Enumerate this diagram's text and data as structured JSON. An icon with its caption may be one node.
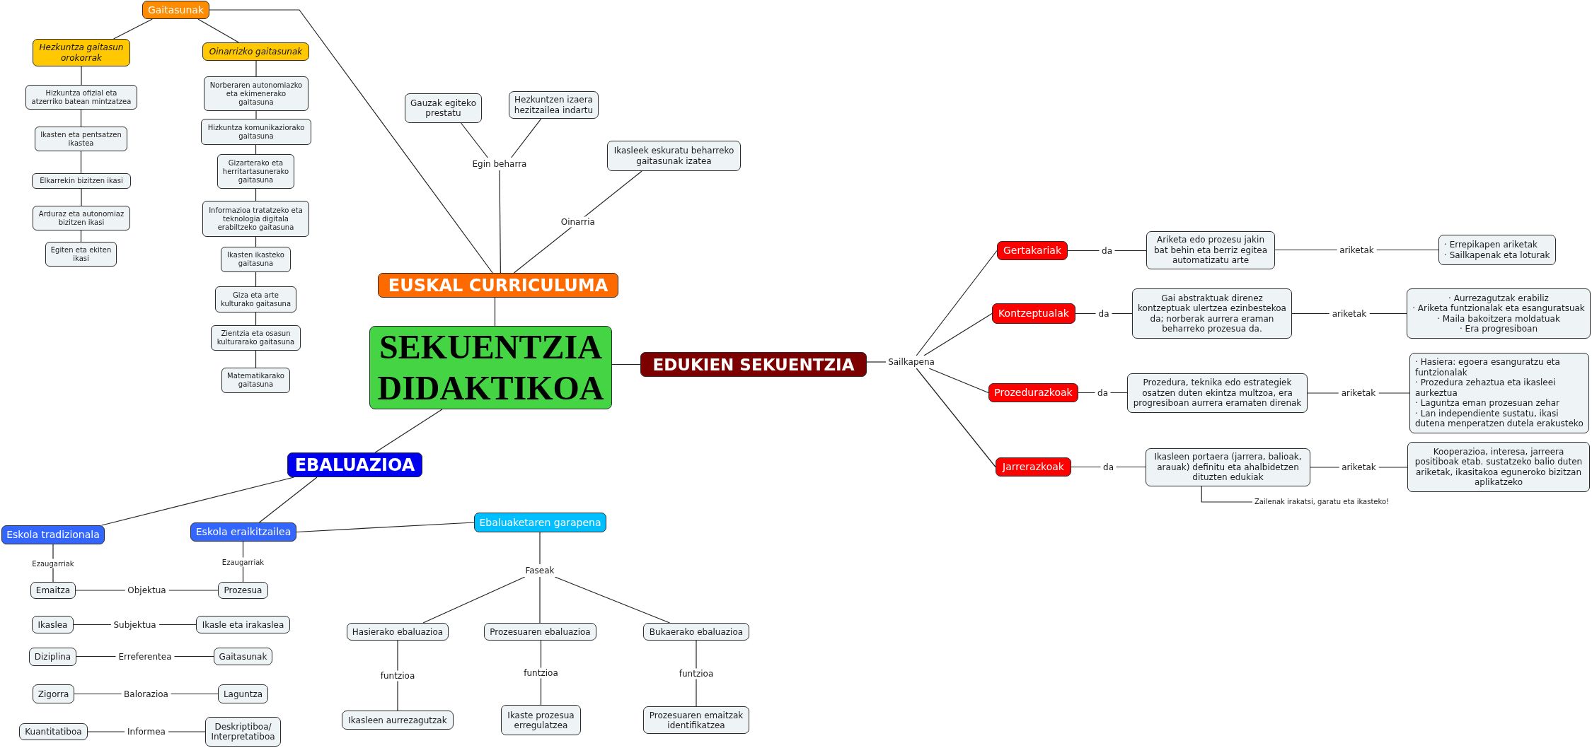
{
  "diagram": {
    "nodes": [
      {
        "text": [
          "SEKUENTZIA DIDAKTIKOA"
        ]
      },
      {
        "text": [
          "EUSKAL CURRICULUMA"
        ]
      },
      {
        "text": [
          "Gaitasunak"
        ]
      },
      {
        "text": [
          "Hezkuntza gaitasun orokorrak"
        ]
      },
      {
        "text": [
          "Hizkuntza ofizial eta atzerriko batean mintzatzea"
        ]
      },
      {
        "text": [
          "Ikasten eta pentsatzen ikastea"
        ]
      },
      {
        "text": [
          "Elkarrekin bizitzen ikasi"
        ]
      },
      {
        "text": [
          "Arduraz eta autonomiaz bizitzen ikasi"
        ]
      },
      {
        "text": [
          "Egiten eta ekiten ikasi"
        ]
      },
      {
        "text": [
          "Oinarrizko gaitasunak"
        ]
      },
      {
        "text": [
          "Norberaren autonomiazko eta ekimenerako gaitasuna"
        ]
      },
      {
        "text": [
          "Hizkuntza komunikaziorako gaitasuna"
        ]
      },
      {
        "text": [
          "Gizarterako eta herritartasunerako gaitasuna"
        ]
      },
      {
        "text": [
          "Informazioa tratatzeko eta teknologia digitala erabiltzeko gaitasuna"
        ]
      },
      {
        "text": [
          "Ikasten ikasteko gaitasuna"
        ]
      },
      {
        "text": [
          "Giza eta arte kulturako gaitasuna"
        ]
      },
      {
        "text": [
          "Zientzia eta osasun kulturarako gaitasuna"
        ]
      },
      {
        "text": [
          "Matematikarako gaitasuna"
        ]
      },
      {
        "text": [
          "Egin beharra"
        ]
      },
      {
        "text": [
          "Gauzak egiteko prestatu"
        ]
      },
      {
        "text": [
          "Hezkuntzen izaera hezitzailea indartu"
        ]
      },
      {
        "text": [
          "Ikasleek eskuratu beharreko gaitasunak izatea"
        ]
      },
      {
        "text": [
          "EDUKIEN SEKUENTZIA"
        ]
      },
      {
        "text": [
          "Sailkapena"
        ]
      },
      {
        "text": [
          "Gertakariak"
        ]
      },
      {
        "text": [
          "Ariketa edo prozesu jakin bat behin eta berriz egitea automatizatu arte"
        ]
      },
      {
        "text": [
          "· Errepikapen ariketak",
          "· Sailkapenak eta loturak"
        ]
      },
      {
        "text": [
          "Kontzeptualak"
        ]
      },
      {
        "text": [
          "Gai abstraktuak direnez kontzeptuak ulertzea ezinbestekoa da; norberak aurrera eraman beharreko prozesua da."
        ]
      },
      {
        "text": [
          "· Aurrezagutzak erabiliz",
          "· Ariketa funtzionalak eta esanguratsuak",
          "· Maila bakoitzera moldatuak",
          "· Era progresiboan"
        ]
      },
      {
        "text": [
          "Prozedurazkoak"
        ]
      },
      {
        "text": [
          "Prozedura, teknika edo estrategiek osatzen duten ekintza multzoa, era progresiboan aurrera eramaten direnak"
        ]
      },
      {
        "text": [
          "· Hasiera: egoera esanguratzu eta funtzionalak",
          "· Prozedura zehaztua eta ikasleei aurkeztua",
          "· Laguntza eman prozesuan zehar",
          "· Lan independiente sustatu, ikasi dutena menperatzen dutela erakusteko"
        ]
      },
      {
        "text": [
          "Jarrerazkoak"
        ]
      },
      {
        "text": [
          "Ikasleen portaera (jarrera, balioak, arauak) definitu eta ahalbidetzen dituzten edukiak"
        ]
      },
      {
        "text": [
          "Kooperazioa, interesa, jarreera positiboak etab. sustatzeko balio duten ariketak, ikasitakoa eguneroko bizitzan aplikatzeko"
        ]
      },
      {
        "text": [
          "Zailenak irakatsi, garatu eta ikasteko!"
        ]
      },
      {
        "text": [
          "EBALUAZIOA"
        ]
      },
      {
        "text": [
          "Eskola tradizionala"
        ]
      },
      {
        "text": [
          "Eskola eraikitzailea"
        ]
      },
      {
        "text": [
          "Emaitza"
        ]
      },
      {
        "text": [
          "Prozesua"
        ]
      },
      {
        "text": [
          "Ikaslea"
        ]
      },
      {
        "text": [
          "Ikasle eta irakaslea"
        ]
      },
      {
        "text": [
          "Diziplina"
        ]
      },
      {
        "text": [
          "Gaitasunak"
        ]
      },
      {
        "text": [
          "Zigorra"
        ]
      },
      {
        "text": [
          "Laguntza"
        ]
      },
      {
        "text": [
          "Kuantitatiboa"
        ]
      },
      {
        "text": [
          "Deskriptiboa/ Interpretatiboa"
        ]
      },
      {
        "text": [
          "Ebaluaketaren garapena"
        ]
      },
      {
        "text": [
          "Faseak"
        ]
      },
      {
        "text": [
          "Hasierako ebaluazioa"
        ]
      },
      {
        "text": [
          "Prozesuaren ebaluazioa"
        ]
      },
      {
        "text": [
          "Bukaerako ebaluazioa"
        ]
      },
      {
        "text": [
          "Ikasleen aurrezagutzak"
        ]
      },
      {
        "text": [
          "Ikaste prozesua erregulatzea"
        ]
      },
      {
        "text": [
          "Prozesuaren emaitzak identifikatzea"
        ]
      }
    ],
    "edges": [
      {
        "from": 0,
        "to": 1,
        "arrow": "none"
      },
      {
        "from": 1,
        "to": 2,
        "arrow": "none"
      },
      {
        "from": 2,
        "to": 3,
        "arrow": "none"
      },
      {
        "from": 3,
        "to": 4,
        "arrow": "none"
      },
      {
        "from": 4,
        "to": 5,
        "arrow": "none"
      },
      {
        "from": 5,
        "to": 6,
        "arrow": "none"
      },
      {
        "from": 6,
        "to": 7,
        "arrow": "none"
      },
      {
        "from": 7,
        "to": 8,
        "arrow": "none"
      },
      {
        "from": 2,
        "to": 9,
        "arrow": "none"
      },
      {
        "from": 9,
        "to": 10,
        "arrow": "none"
      },
      {
        "from": 10,
        "to": 11,
        "arrow": "none"
      },
      {
        "from": 11,
        "to": 12,
        "arrow": "none"
      },
      {
        "from": 12,
        "to": 13,
        "arrow": "none"
      },
      {
        "from": 13,
        "to": 14,
        "arrow": "none"
      },
      {
        "from": 14,
        "to": 15,
        "arrow": "none"
      },
      {
        "from": 15,
        "to": 16,
        "arrow": "none"
      },
      {
        "from": 16,
        "to": 17,
        "arrow": "none"
      },
      {
        "from": 1,
        "to": 18,
        "arrow": "none"
      },
      {
        "from": 18,
        "to": 19,
        "arrow": "none"
      },
      {
        "from": 18,
        "to": 20,
        "arrow": "none"
      },
      {
        "from": 1,
        "to": 21,
        "arrow": "none",
        "label": "Oinarria"
      },
      {
        "from": 0,
        "to": 22,
        "arrow": "none"
      },
      {
        "from": 22,
        "to": 23,
        "arrow": "none"
      },
      {
        "from": 23,
        "to": 24,
        "arrow": "none"
      },
      {
        "from": 23,
        "to": 27,
        "arrow": "none"
      },
      {
        "from": 23,
        "to": 30,
        "arrow": "none"
      },
      {
        "from": 23,
        "to": 33,
        "arrow": "none"
      },
      {
        "from": 24,
        "to": 25,
        "arrow": "none",
        "label": "da"
      },
      {
        "from": 25,
        "to": 26,
        "arrow": "none",
        "label": "ariketak"
      },
      {
        "from": 27,
        "to": 28,
        "arrow": "none",
        "label": "da"
      },
      {
        "from": 28,
        "to": 29,
        "arrow": "none",
        "label": "ariketak"
      },
      {
        "from": 30,
        "to": 31,
        "arrow": "none",
        "label": "da"
      },
      {
        "from": 31,
        "to": 32,
        "arrow": "none",
        "label": "ariketak"
      },
      {
        "from": 33,
        "to": 34,
        "arrow": "none",
        "label": "da"
      },
      {
        "from": 34,
        "to": 35,
        "arrow": "none",
        "label": "ariketak"
      },
      {
        "from": 34,
        "to": 36,
        "arrow": "none"
      },
      {
        "from": 0,
        "to": 37,
        "arrow": "none"
      },
      {
        "from": 37,
        "to": 38,
        "arrow": "none"
      },
      {
        "from": 37,
        "to": 39,
        "arrow": "none"
      },
      {
        "from": 38,
        "to": 40,
        "arrow": "none",
        "label": "Ezaugarriak"
      },
      {
        "from": 39,
        "to": 41,
        "arrow": "none",
        "label": "Ezaugarriak"
      },
      {
        "from": 40,
        "to": 41,
        "arrow": "none",
        "label": "Objektua"
      },
      {
        "from": 42,
        "to": 43,
        "arrow": "none",
        "label": "Subjektua"
      },
      {
        "from": 44,
        "to": 45,
        "arrow": "none",
        "label": "Erreferentea"
      },
      {
        "from": 46,
        "to": 47,
        "arrow": "none",
        "label": "Balorazioa"
      },
      {
        "from": 48,
        "to": 49,
        "arrow": "none",
        "label": "Informea"
      },
      {
        "from": 39,
        "to": 50,
        "arrow": "none"
      },
      {
        "from": 50,
        "to": 51,
        "arrow": "none"
      },
      {
        "from": 51,
        "to": 52,
        "arrow": "none"
      },
      {
        "from": 51,
        "to": 53,
        "arrow": "none"
      },
      {
        "from": 51,
        "to": 54,
        "arrow": "none"
      },
      {
        "from": 52,
        "to": 55,
        "arrow": "none",
        "label": "funtzioa"
      },
      {
        "from": 53,
        "to": 56,
        "arrow": "none",
        "label": "funtzioa"
      },
      {
        "from": 54,
        "to": 57,
        "arrow": "none",
        "label": "funtzioa"
      }
    ]
  }
}
